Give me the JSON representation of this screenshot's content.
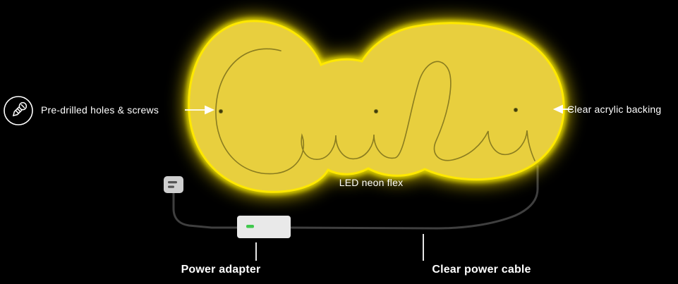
{
  "diagram": {
    "type": "neon-sign-product-diagram",
    "background": "#000000"
  },
  "labels": {
    "mounting": "Pre-drilled holes & screws",
    "backing": "Clear acrylic backing",
    "neon": "LED neon flex",
    "power_adapter": "Power adapter",
    "power_cable": "Clear power cable"
  },
  "sign": {
    "style": "cursive script neon sign on cloud-shaped acrylic backing",
    "hole_count": 3
  },
  "colors": {
    "background": "#000000",
    "neon_glow": "#ffe600",
    "neon_rim": "#fff200",
    "sign_fill": "#e8cf3e",
    "letter_outline": "#8a7c1f",
    "wire": "#3f3f3f",
    "adapter_body": "#e9e9e9",
    "adapter_led": "#41c94e",
    "plug_body": "#cfcfcf",
    "label_text": "#ffffff"
  },
  "icons": {
    "left_badge": "screw-icon"
  }
}
